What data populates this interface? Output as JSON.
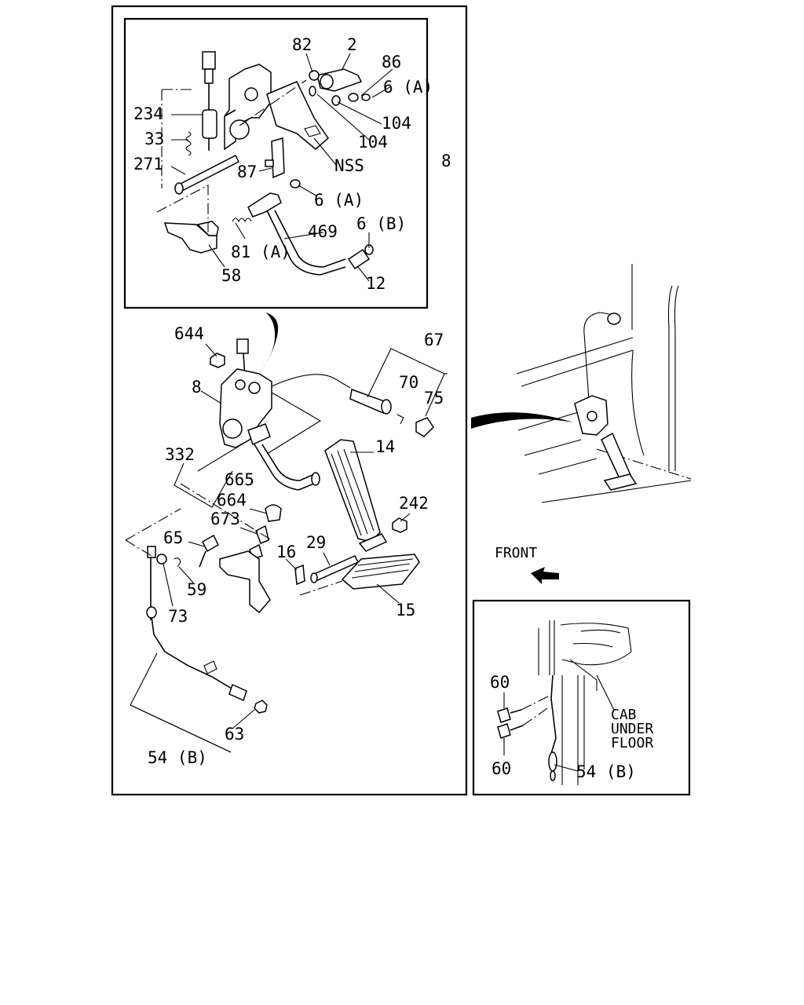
{
  "labels": {
    "l_82": "82",
    "l_2": "2",
    "l_86": "86",
    "l_6a_top": "6 (A)",
    "l_104_a": "104",
    "l_104_b": "104",
    "l_nss": "NSS",
    "l_234": "234",
    "l_33": "33",
    "l_271": "271",
    "l_87": "87",
    "l_6a_mid": "6 (A)",
    "l_469": "469",
    "l_6b": "6 (B)",
    "l_81a": "81 (A)",
    "l_58": "58",
    "l_12": "12",
    "l_8_inset": "8",
    "l_644": "644",
    "l_67": "67",
    "l_70": "70",
    "l_75": "75",
    "l_8_main": "8",
    "l_14": "14",
    "l_332": "332",
    "l_665": "665",
    "l_664": "664",
    "l_673": "673",
    "l_242": "242",
    "l_65": "65",
    "l_16": "16",
    "l_29": "29",
    "l_59": "59",
    "l_73": "73",
    "l_15": "15",
    "l_63": "63",
    "l_54b_main": "54 (B)",
    "l_front": "FRONT",
    "l_60_a": "60",
    "l_60_b": "60",
    "l_cab": "CAB",
    "l_under": "UNDER",
    "l_floor": "FLOOR",
    "l_54b_detail": "54 (B)"
  },
  "icons": {
    "front_arrow": "arrow-left-down-icon"
  }
}
